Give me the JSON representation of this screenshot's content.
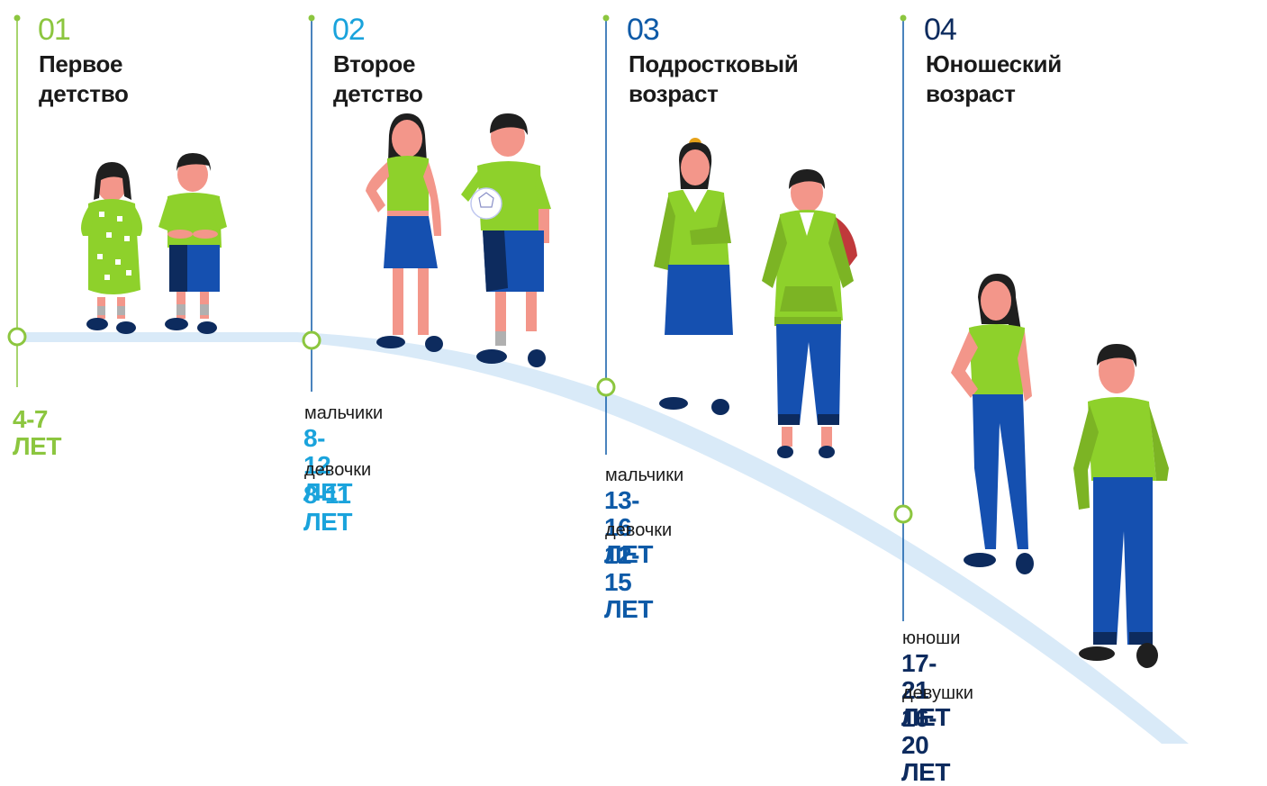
{
  "colors": {
    "green": "#8cc63f",
    "light_blue": "#1aa3dc",
    "mid_blue": "#0e5aa7",
    "navy": "#0d2b5e",
    "path": "#d9eaf8",
    "shirt": "#8ed12b",
    "skin": "#f3968a",
    "hair": "#1f1f1f",
    "pants": "#1550b0"
  },
  "stages": [
    {
      "number": "01",
      "title_line1": "Первое",
      "title_line2": "детство",
      "age_single": "4-7 ЛЕТ",
      "color": "#8cc63f"
    },
    {
      "number": "02",
      "title_line1": "Второе",
      "title_line2": "детство",
      "group1_label": "мальчики",
      "group1_age": "8-12 ЛЕТ",
      "group2_label": "девочки",
      "group2_age": "8-11 ЛЕТ",
      "color": "#1aa3dc"
    },
    {
      "number": "03",
      "title_line1": "Подростковый",
      "title_line2": "возраст",
      "group1_label": "мальчики",
      "group1_age": "13-16 ЛЕТ",
      "group2_label": "девочки",
      "group2_age": "12-15 ЛЕТ",
      "color": "#0e5aa7"
    },
    {
      "number": "04",
      "title_line1": "Юношеский",
      "title_line2": "возраст",
      "group1_label": "юноши",
      "group1_age": "17-21 ЛЕТ",
      "group2_label": "девушки",
      "group2_age": "16-20 ЛЕТ",
      "color": "#0d2b5e"
    }
  ]
}
